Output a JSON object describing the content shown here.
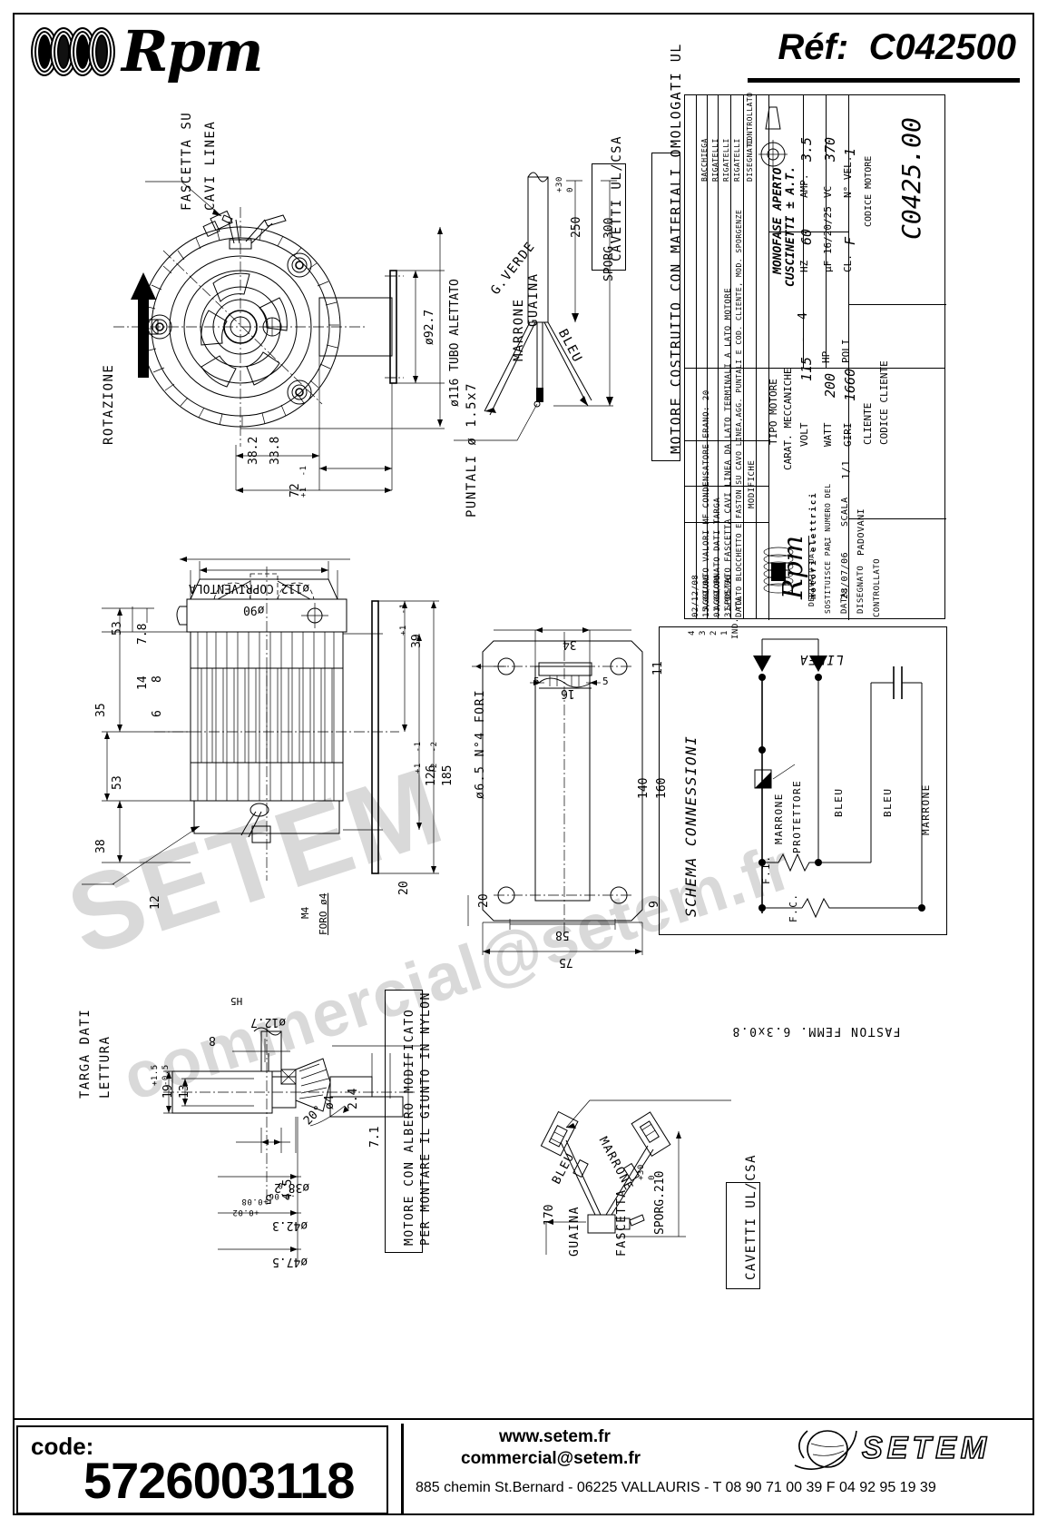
{
  "header": {
    "brand": "Rpm",
    "ref_label": "Réf:",
    "ref_value": "C042500"
  },
  "footer": {
    "code_label": "code:",
    "code_value": "5726003118",
    "website": "www.setem.fr",
    "email": "commercial@setem.fr",
    "address": "885 chemin St.Bernard  -   06225 VALLAURIS  -   T 08 90 71 00 39   F 04 92 95 19 39",
    "company": "SETEM"
  },
  "watermark": {
    "line1": "SETEM",
    "line2": "commercial@setem.fr"
  },
  "title_block": {
    "top_note": "MOTORE COSTRUITO CON MATERIALI OMOLOGATI UL",
    "revisions": [
      {
        "ind": "4",
        "date": "02/12/08",
        "desc": "AGGIUNTO VALORI  MF CONDENSATORE ERANO: 20",
        "by": "BACCHIEGA"
      },
      {
        "ind": "3",
        "date": "15/09/06",
        "desc": "AGGIORNATO DATI TARGA",
        "by": "RIGATELLI"
      },
      {
        "ind": "2",
        "date": "01/09/06",
        "desc": "SPOSTATO FASCETTA CAVI LINEA DA LATO TERMINALI A LATO MOTORE",
        "by": "RIGATELLI"
      },
      {
        "ind": "1",
        "date": "31/08/06",
        "desc": "TOLTO BLOCCHETTO E FASTON SU CAVO LINEA,AGG. PUNTALI E COD. CLIENTE, MOD. SPORGENZE",
        "by": "RIGATELLI"
      }
    ],
    "col_headers": {
      "ind": "IND.",
      "data": "DATA",
      "modifiche": "MODIFICHE",
      "disegnato": "DISEGNATO",
      "controllato": "CONTROLLATO"
    },
    "brand": "Rpm",
    "brand_sub": "motori elettrici",
    "tipo_motore_label": "TIPO MOTORE",
    "tipo_motore_value": "MONOFASE APERTO",
    "carat_label": "CARAT. MECCANICHE",
    "carat_value": "CUSCINETTI ± A.T.",
    "derivato_label": "DERIVATO DA:",
    "derivato_value": "-",
    "sostituisce_label": "SOSTITUISCE PARI NUMERO DEL",
    "sostituisce_value": "-",
    "scala_label": "SCALA",
    "scala_value": "1/1",
    "data_label": "DATA:",
    "data_value": "28/07/06",
    "disegnato_label": "DISEGNATO",
    "disegnato_value": "PADOVANI",
    "controllato_label": "CONTROLLATO",
    "controllato_value": "",
    "electrical": [
      {
        "label": "VOLT",
        "value": "115"
      },
      {
        "label": "HZ",
        "value": "60"
      },
      {
        "label": "AMP.",
        "value": "3.5"
      },
      {
        "label": "WATT",
        "value": "200"
      },
      {
        "label": "HP",
        "value": "-"
      },
      {
        "label": "µF 16/20/25",
        "value": ""
      },
      {
        "label": "VC",
        "value": "370"
      },
      {
        "label": "GIRI",
        "value": "1660"
      },
      {
        "label": "POLI",
        "value": "4"
      },
      {
        "label": "CL.",
        "value": "F"
      },
      {
        "label": "N° VEL.",
        "value": "1"
      }
    ],
    "watt_value": "200",
    "volt_value": "115",
    "hz_value": "60",
    "amp_value": "3.5",
    "hp_value": "-",
    "uf_value": "µF 16/20/25",
    "vc_value": "370",
    "giri_value": "1660",
    "poli_value": "4",
    "cl_value": "F",
    "nvel_value": "1",
    "cliente_label": "CLIENTE",
    "codice_cliente_label": "CODICE CLIENTE",
    "codice_motore_label": "CODICE MOTORE",
    "codice_motore_value": "C0425.00"
  },
  "views": {
    "front": {
      "rotation_label": "ROTAZIONE",
      "callout_fascetta": "FASCETTA SU\nCAVI LINEA",
      "callout_fascetta_l1": "FASCETTA SU",
      "callout_fascetta_l2": "CAVI LINEA",
      "dim_92_7": "ø92.7",
      "dim_116": "ø116 TUBO ALETTATO",
      "dim_33_8": "33.8",
      "dim_38_2": "38.2",
      "dim_72": "72",
      "dim_72_tol": "+1\n-1"
    },
    "cable": {
      "label_guaina": "GUAINA",
      "label_gverde": "G.VERDE",
      "label_marrone": "MARRONE",
      "label_bleu": "BLEU",
      "dim_250": "250",
      "dim_sporg": "SPORG.300",
      "tol_plus": "+30",
      "tol_zero": "0",
      "puntali": "PUNTALI ø 1.5x7",
      "cavetti_box": "CAVETTI  UL/CSA"
    },
    "section": {
      "dim_112": "ø112 COPRIVENTOLA",
      "dim_90": "ø90",
      "dim_53a": "53",
      "dim_35": "35",
      "dim_53b": "53",
      "dim_38": "38",
      "dim_7_8": "7.8",
      "dim_14": "14",
      "dim_8": "8",
      "dim_6": "6",
      "dim_12": "12",
      "dim_39": "39",
      "dim_126": "126",
      "dim_185": "185",
      "dim_20": "20",
      "dim_34": "34",
      "dim_11": "11",
      "dim_16": "16",
      "dim_5a": "5",
      "dim_5b": "5",
      "dim_140": "140",
      "dim_160": "160",
      "dim_58": "58",
      "dim_75": "75",
      "dim_20b": "20",
      "dim_20c": "20",
      "dim_9": "9",
      "fori_label": "ø6.5 N°4 FORI",
      "m4_label": "M4",
      "foro_label": "FORO ø4",
      "targa_l1": "TARGA DATI",
      "targa_l2": "LETTURA"
    },
    "shaft": {
      "dim_12_7": "ø12.7",
      "dim_h5": "H5",
      "dim_8": "8",
      "dim_13": "13",
      "dim_19": "19",
      "dim_19_tol_p": "+1.5",
      "dim_19_tol_m": "-0.5",
      "dim_5": "5",
      "dim_5_tol_p": "+0.02",
      "dim_5_tol_m": "-0.06",
      "dim_4_5": "4.5",
      "dim_4": "ø4",
      "dim_2_4": "2.4",
      "dim_7_1": "7.1",
      "dim_20deg": "20°",
      "dim_38_2": "ø38.2",
      "dim_38_2_tp": "+0.08",
      "dim_38_2_tm": "0",
      "dim_42_3": "ø42.3",
      "dim_47_5": "ø47.5",
      "note_l1": "MOTORE CON ALBERO MODIFICATO",
      "note_l2": "PER MONTARE IL GIUNTO IN NYLON"
    },
    "faston": {
      "label": "FASTON FEMM. 6.3x0.8",
      "bleu": "BLEU",
      "marrone": "MARRONE",
      "dim_170": "170",
      "guaina": "GUAINA",
      "fascetta": "FASCETTA",
      "sporg": "SPORG.210",
      "tol_plus": "+30",
      "tol_zero": "0",
      "cavetti_box": "CAVETTI  UL/CSA"
    },
    "schema": {
      "title": "SCHEMA CONNESSIONI",
      "linea": "LINEA",
      "marrone1": "MARRONE",
      "protettore": "PROTETTORE",
      "bleu1": "BLEU",
      "bleu2": "BLEU",
      "marrone2": "MARRONE",
      "fi": "F.I.",
      "fc": "F.C."
    }
  }
}
